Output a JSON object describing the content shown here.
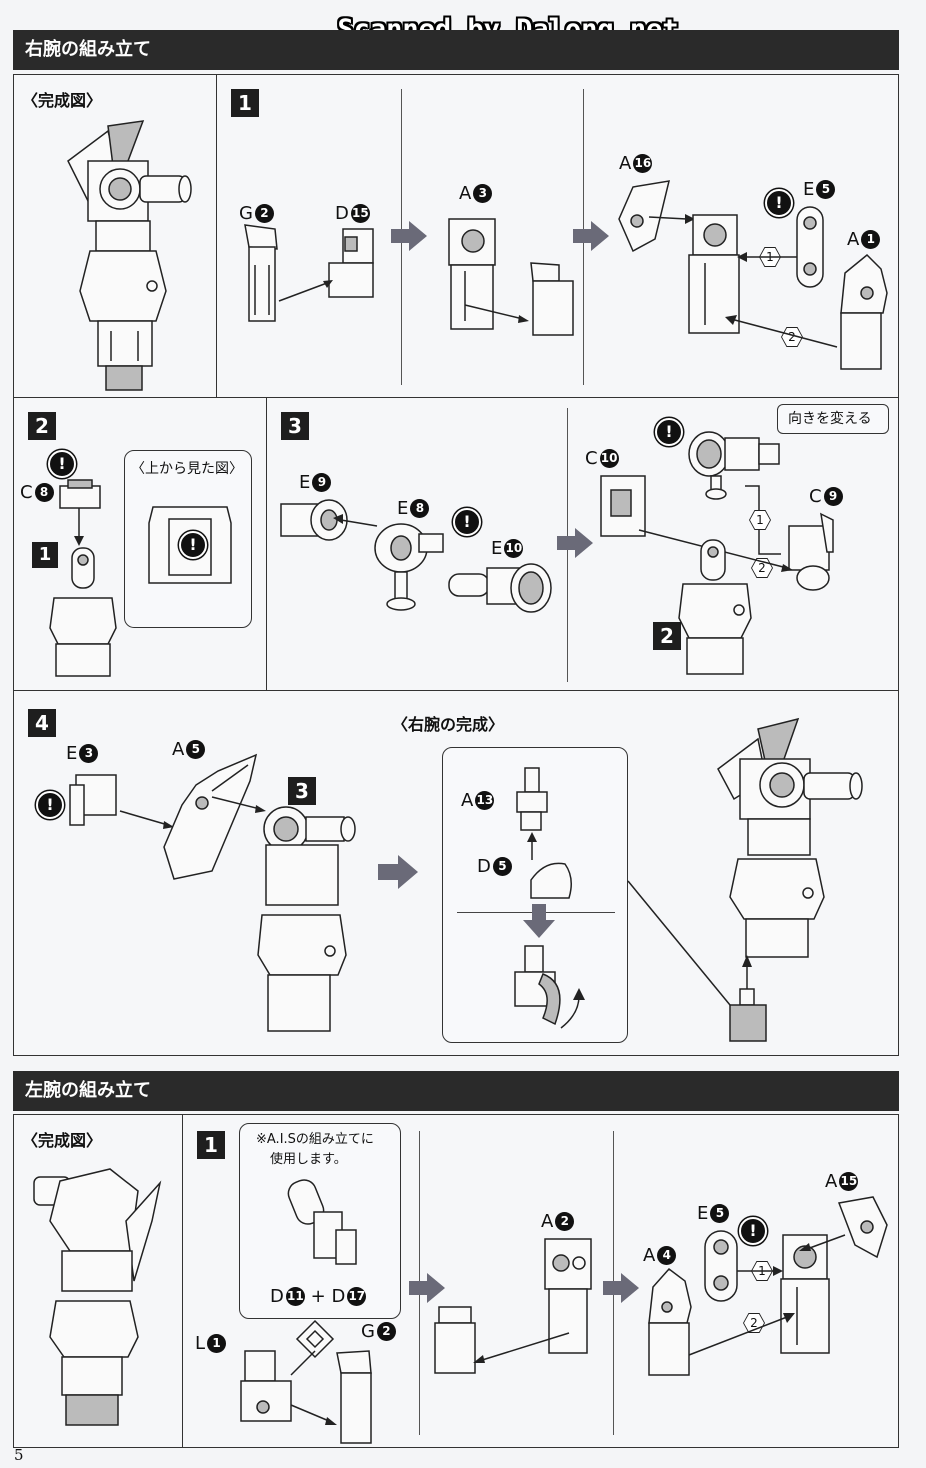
{
  "scan_watermark": "Scanned by Dalong.net",
  "page_number": "5",
  "right_arm": {
    "header": "右腕の組み立て",
    "completed_view_label": "〈完成図〉",
    "step1": {
      "number": "1",
      "parts": [
        {
          "letter": "G",
          "num": "2"
        },
        {
          "letter": "D",
          "num": "15"
        },
        {
          "letter": "A",
          "num": "3"
        },
        {
          "letter": "A",
          "num": "16"
        },
        {
          "letter": "E",
          "num": "5"
        },
        {
          "letter": "A",
          "num": "1"
        }
      ],
      "order": [
        "1",
        "2"
      ]
    },
    "step2": {
      "number": "2",
      "part": {
        "letter": "C",
        "num": "8"
      },
      "ref_step": "1",
      "top_view_label": "〈上から見た図〉"
    },
    "step3": {
      "number": "3",
      "parts": [
        {
          "letter": "E",
          "num": "9"
        },
        {
          "letter": "E",
          "num": "8"
        },
        {
          "letter": "E",
          "num": "10"
        },
        {
          "letter": "C",
          "num": "10"
        },
        {
          "letter": "C",
          "num": "9"
        }
      ],
      "callout": "向きを変える",
      "ref_step": "2",
      "order": [
        "1",
        "2"
      ]
    },
    "step4": {
      "number": "4",
      "parts": [
        {
          "letter": "E",
          "num": "3"
        },
        {
          "letter": "A",
          "num": "5"
        },
        {
          "letter": "A",
          "num": "13"
        },
        {
          "letter": "D",
          "num": "5"
        }
      ],
      "ref_step": "3",
      "completion_label": "〈右腕の完成〉"
    }
  },
  "left_arm": {
    "header": "左腕の組み立て",
    "completed_view_label": "〈完成図〉",
    "step1": {
      "number": "1",
      "note_line1": "※A.I.Sの組み立てに",
      "note_line2": "使用します。",
      "combo": {
        "a_letter": "D",
        "a_num": "11",
        "plus": "+",
        "b_letter": "D",
        "b_num": "17"
      },
      "parts": [
        {
          "letter": "L",
          "num": "1"
        },
        {
          "letter": "G",
          "num": "2"
        },
        {
          "letter": "A",
          "num": "2"
        },
        {
          "letter": "A",
          "num": "4"
        },
        {
          "letter": "E",
          "num": "5"
        },
        {
          "letter": "A",
          "num": "15"
        }
      ],
      "order": [
        "1",
        "2"
      ]
    }
  }
}
